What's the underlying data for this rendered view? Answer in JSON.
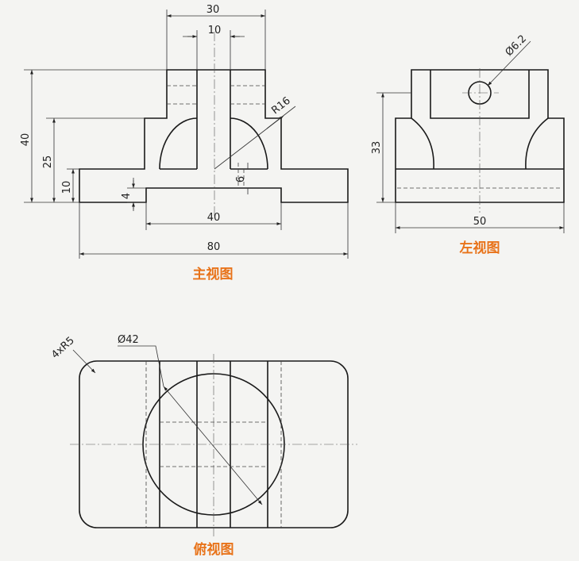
{
  "views": {
    "front": {
      "label": "主视图"
    },
    "left": {
      "label": "左视图"
    },
    "top": {
      "label": "俯视图"
    }
  },
  "dimensions": {
    "front": {
      "width_top": "30",
      "slot_width": "10",
      "radius": "R16",
      "height_total": "40",
      "height_25": "25",
      "height_10": "10",
      "height_4": "4",
      "depth_6": "6",
      "width_40": "40",
      "width_80": "80"
    },
    "left": {
      "hole_dia": "Ø6.2",
      "height_33": "33",
      "width_50": "50"
    },
    "top": {
      "corner_radius": "4xR5",
      "circle_dia": "Ø42"
    }
  },
  "colors": {
    "label": "#e8731a",
    "line": "#1a1a1a"
  }
}
